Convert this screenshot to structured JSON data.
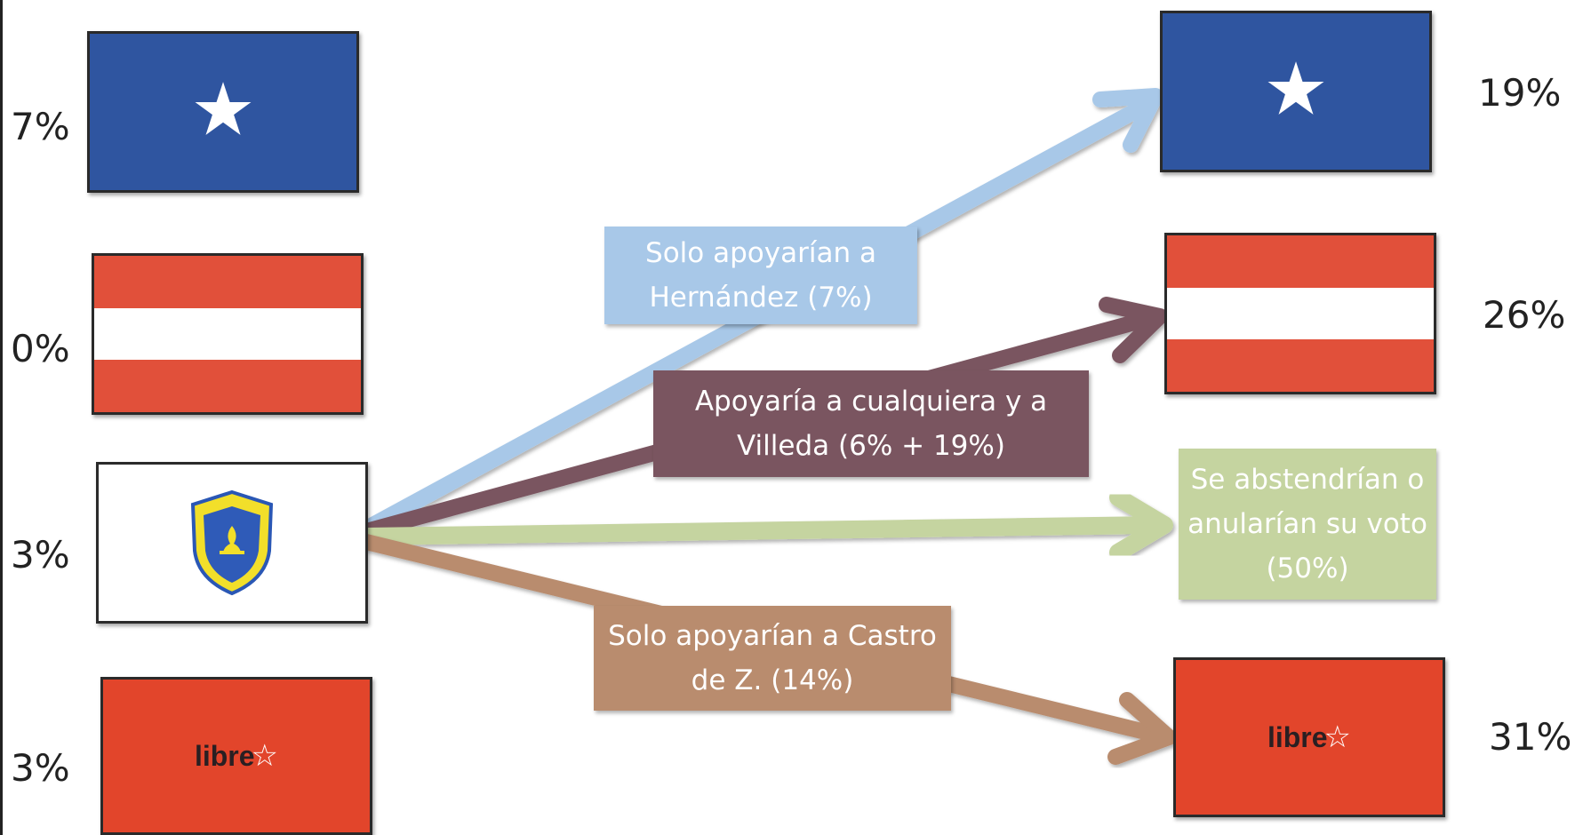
{
  "left_percents": [
    "7%",
    "0%",
    "3%",
    "3%"
  ],
  "right_percents": [
    "19%",
    "26%",
    "31%"
  ],
  "flows": [
    {
      "id": "hernandez",
      "text": "Solo apoyarían a Hernández (7%)",
      "color": "#a8c8e8"
    },
    {
      "id": "villeda",
      "text": "Apoyaría a cualquiera y a Villeda (6% + 19%)",
      "color": "#7a5560"
    },
    {
      "id": "abstain",
      "text": "Se abstendrían o anularían su voto (50%)",
      "color": "#c5d4a0"
    },
    {
      "id": "castro",
      "text": "Solo apoyarían a Castro de Z. (14%)",
      "color": "#b98c6e"
    }
  ],
  "logo_text": "libre"
}
